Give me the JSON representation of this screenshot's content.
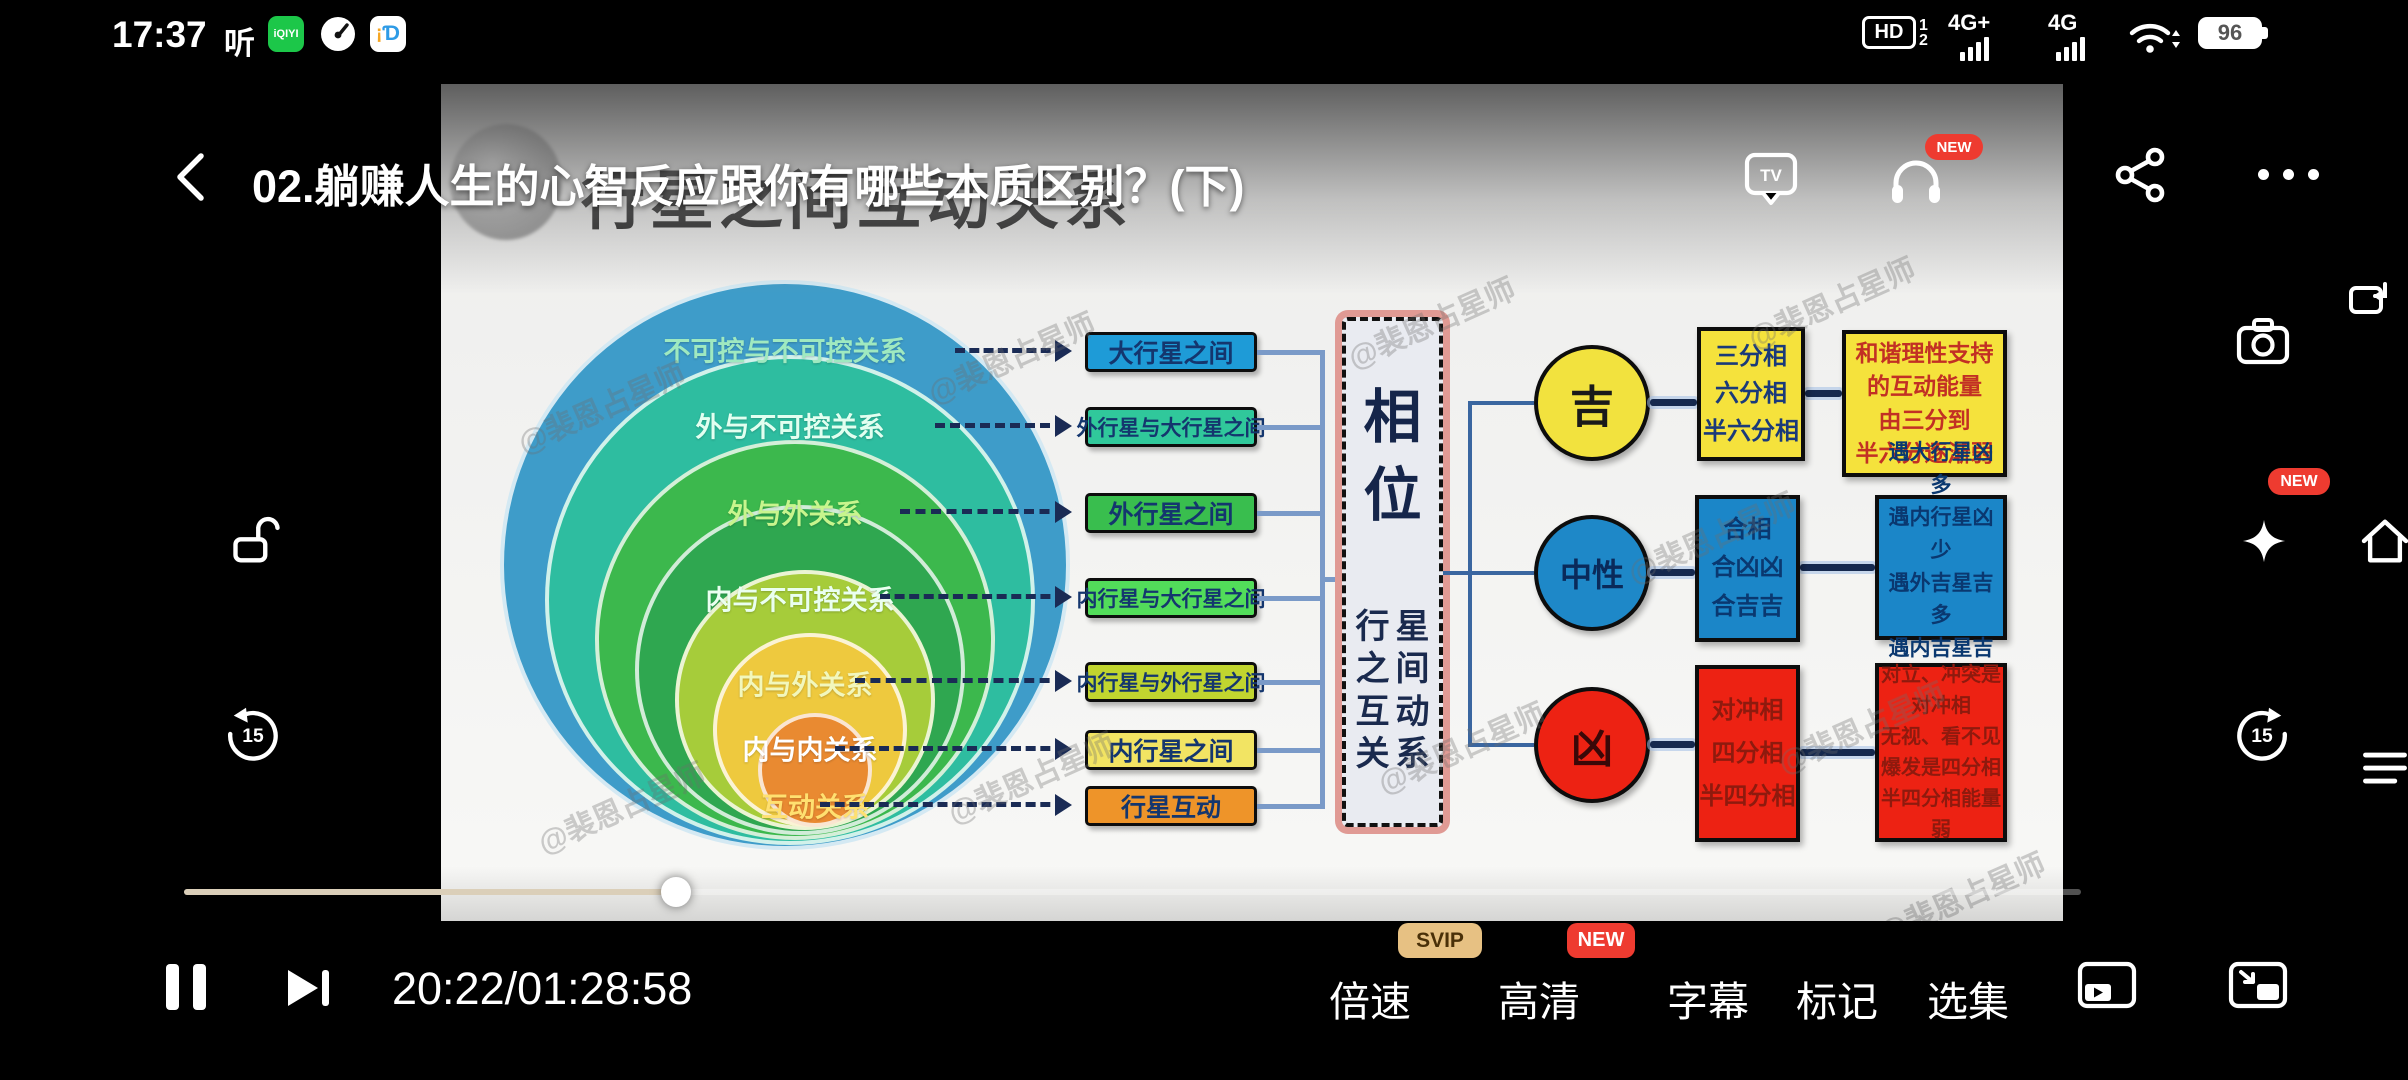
{
  "status_bar": {
    "time": "17:37",
    "listen_label": "听",
    "app_badge_text": "iQIYI",
    "hd_label": "HD",
    "sim1": "1",
    "sim2": "2",
    "net1": "4G+",
    "net2": "4G",
    "battery": "96"
  },
  "player": {
    "title": "02.躺赚人生的心智反应跟你有哪些本质区别？(下)",
    "time_display": "20:22/01:28:58",
    "tv_icon_label": "TV",
    "controls": {
      "speed": "倍速",
      "quality": "高清",
      "subtitle": "字幕",
      "mark": "标记",
      "episodes": "选集"
    },
    "badges": {
      "svip": "SVIP",
      "new_quality": "NEW",
      "new_headphone": "NEW",
      "new_star": "NEW"
    },
    "progress": {
      "played_color": "#dbcfb9",
      "knob_color": "#ffffff"
    }
  },
  "diagram": {
    "title": "行星之间互动关系",
    "watermark": "@裴恩占星师",
    "rings": [
      {
        "label": "不可控与不可控关系",
        "color": "#3e9cc9",
        "label_color": "#9fe9c0"
      },
      {
        "label": "外与不可控关系",
        "color": "#2ebda0",
        "label_color": "#e2fff0"
      },
      {
        "label": "外与外关系",
        "color": "#3cb84d",
        "label_color": "#c8f58d"
      },
      {
        "label": "内与不可控关系",
        "color": "#2fa750",
        "label_color": "#eafff0"
      },
      {
        "label": "内与外关系",
        "color": "#a6cc3a",
        "label_color": "#f2f7bc"
      },
      {
        "label": "内与内关系",
        "color": "#eec93e",
        "label_color": "#ffffff"
      },
      {
        "label": "互动关系",
        "color": "#e98a31",
        "label_color": "#ffe070"
      }
    ],
    "mid_boxes": [
      {
        "label": "大行星之间",
        "color": "#1e9bd7"
      },
      {
        "label": "外行星与大行星之间",
        "color": "#30c89b"
      },
      {
        "label": "外行星之间",
        "color": "#39be4e"
      },
      {
        "label": "内行星与大行星之间",
        "color": "#52dc5a"
      },
      {
        "label": "内行星与外行星之间",
        "color": "#c1d52f"
      },
      {
        "label": "内行星之间",
        "color": "#f2e463"
      },
      {
        "label": "行星互动",
        "color": "#ee9429"
      }
    ],
    "center_box": {
      "title": "相位",
      "subtitle_rows": [
        "行星",
        "之间",
        "互动",
        "关系"
      ]
    },
    "category_circles": [
      {
        "label": "吉",
        "color": "#f2e23e",
        "text_color": "#1a1a1a"
      },
      {
        "label": "中性",
        "color": "#1e88c8",
        "text_color": "#0a2a5a"
      },
      {
        "label": "凶",
        "color": "#ed2213",
        "text_color": "#3a0808"
      }
    ],
    "detail_boxes": [
      {
        "lines": [
          "三分相",
          "六分相",
          "半六分相"
        ],
        "color": "#f5e23c",
        "text_color": "#1a3a7a"
      },
      {
        "lines": [
          "和谐理性支持",
          "的互动能量",
          "由三分到",
          "半六分逐渐弱"
        ],
        "color": "#f5e23c",
        "text_color": "#c23024"
      },
      {
        "lines": [
          "合相",
          "合凶凶",
          "合吉吉"
        ],
        "color": "#1b86c8",
        "text_color": "#0a3870"
      },
      {
        "lines": [
          "遇大行星凶多",
          "遇内行星凶少",
          "遇外吉星吉多",
          "遇内吉星吉多"
        ],
        "color": "#1b86c8",
        "text_color": "#0a3870"
      },
      {
        "lines": [
          "对冲相",
          "四分相",
          "半四分相"
        ],
        "color": "#ed2213",
        "text_color": "#8e1a0e"
      },
      {
        "lines": [
          "对立、冲突是",
          "对冲相",
          "无视、看不见",
          "爆发是四分相",
          "半四分相能量弱"
        ],
        "color": "#ed2213",
        "text_color": "#8e1a0e"
      }
    ]
  }
}
